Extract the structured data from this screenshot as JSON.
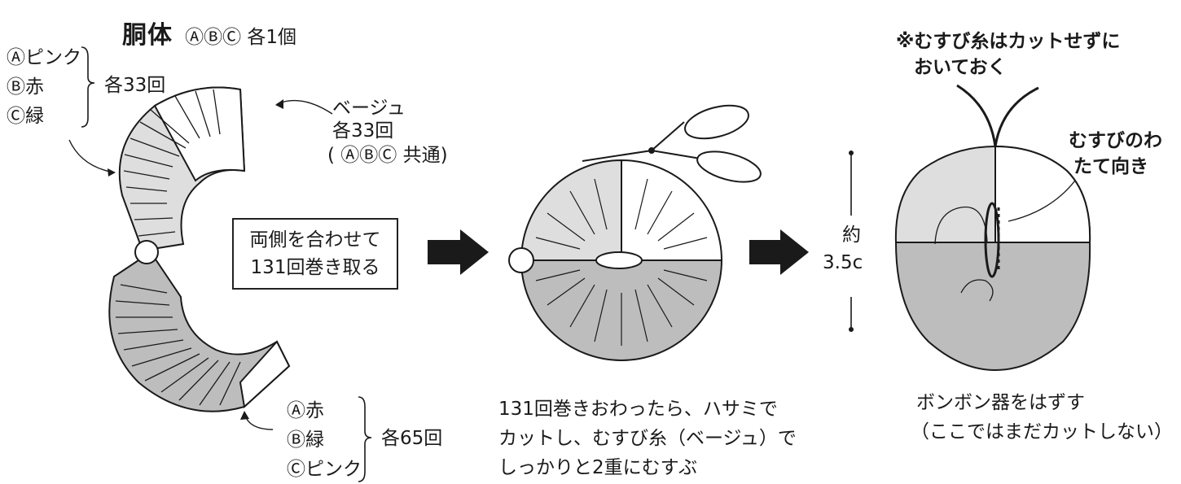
{
  "title": {
    "main": "胴体",
    "suffix": "ⒶⒷⒸ 各1個"
  },
  "left_top_group": {
    "items": [
      "Ⓐピンク",
      "Ⓑ赤",
      "Ⓒ緑"
    ],
    "count": "各33回"
  },
  "beige": {
    "label": "ベージュ",
    "count": "各33回",
    "common": "( ⒶⒷⒸ 共通)"
  },
  "center_box": {
    "line1": "両側を合わせて",
    "line2": "131回巻き取る"
  },
  "left_bottom_group": {
    "items": [
      "Ⓐ赤",
      "Ⓑ緑",
      "Ⓒピンク"
    ],
    "count": "各65回"
  },
  "step2_caption": {
    "line1": "131回巻きおわったら、ハサミで",
    "line2": "カットし、むすび糸（ベージュ）で",
    "line3": "しっかりと2重にむすぶ"
  },
  "step3_note": {
    "line1": "※むすび糸はカットせずに",
    "line2": "おいておく"
  },
  "knot_label": {
    "line1": "むすびのわ",
    "line2": "たて向き"
  },
  "size_label": {
    "word": "約",
    "value": "3.5c"
  },
  "step3_caption": {
    "line1": "ボンボン器をはずす",
    "line2": "（ここではまだカットしない）"
  },
  "colors": {
    "light_gray": "#dedede",
    "mid_gray": "#bdbdbd",
    "line": "#1a1a1a",
    "arrow": "#1a1a1a"
  }
}
